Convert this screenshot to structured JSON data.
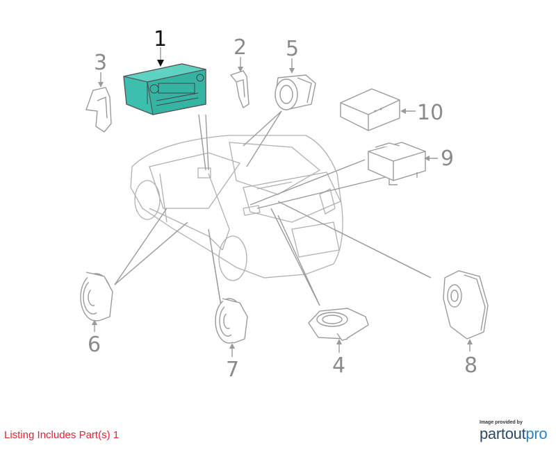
{
  "diagram": {
    "callouts": {
      "c1": "1",
      "c2": "2",
      "c3": "3",
      "c4": "4",
      "c5": "5",
      "c6": "6",
      "c7": "7",
      "c8": "8",
      "c9": "9",
      "c10": "10"
    },
    "highlight_color": "#3cbfae",
    "main_callout_color": "#111111",
    "callout_color": "#8a8a8a"
  },
  "footer": {
    "listing_text": "Listing Includes Part(s) 1",
    "listing_color": "#e8202a",
    "credit_small": "Image provided by",
    "brand_part": "partout",
    "brand_pro": "pro"
  }
}
